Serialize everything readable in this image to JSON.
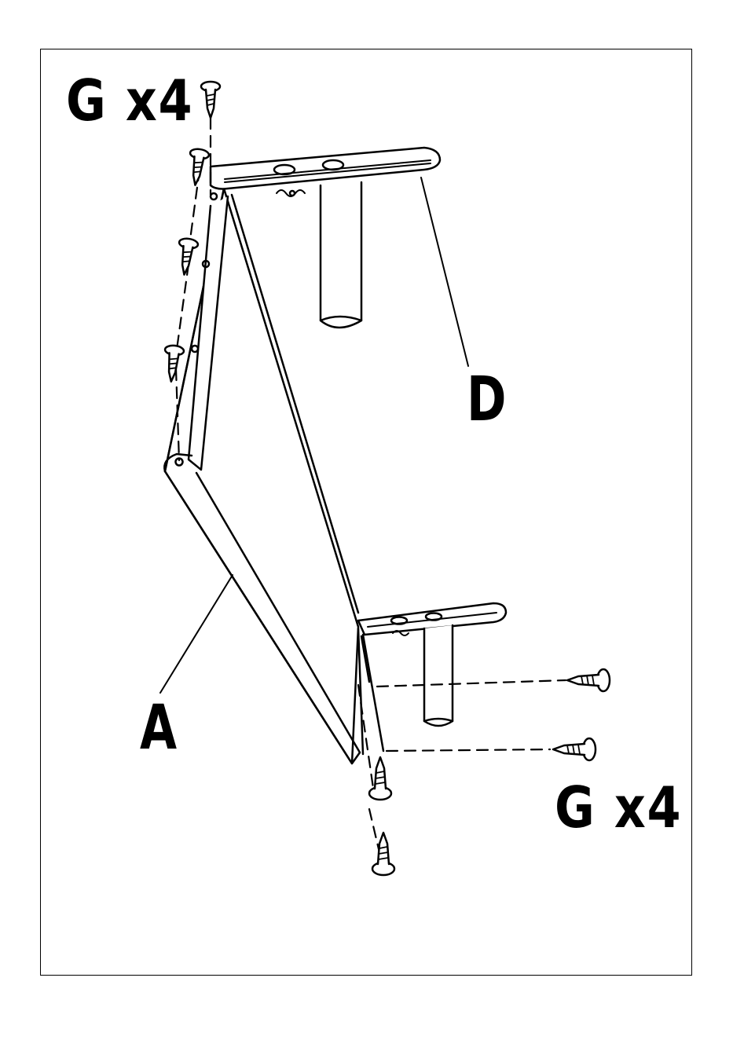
{
  "labels": {
    "screws_top": "G x4",
    "screws_bottom": "G x4",
    "part_d": "D",
    "part_a": "A"
  },
  "colors": {
    "line": "#000000",
    "background": "#ffffff"
  },
  "icons": [
    "screw-icon"
  ]
}
